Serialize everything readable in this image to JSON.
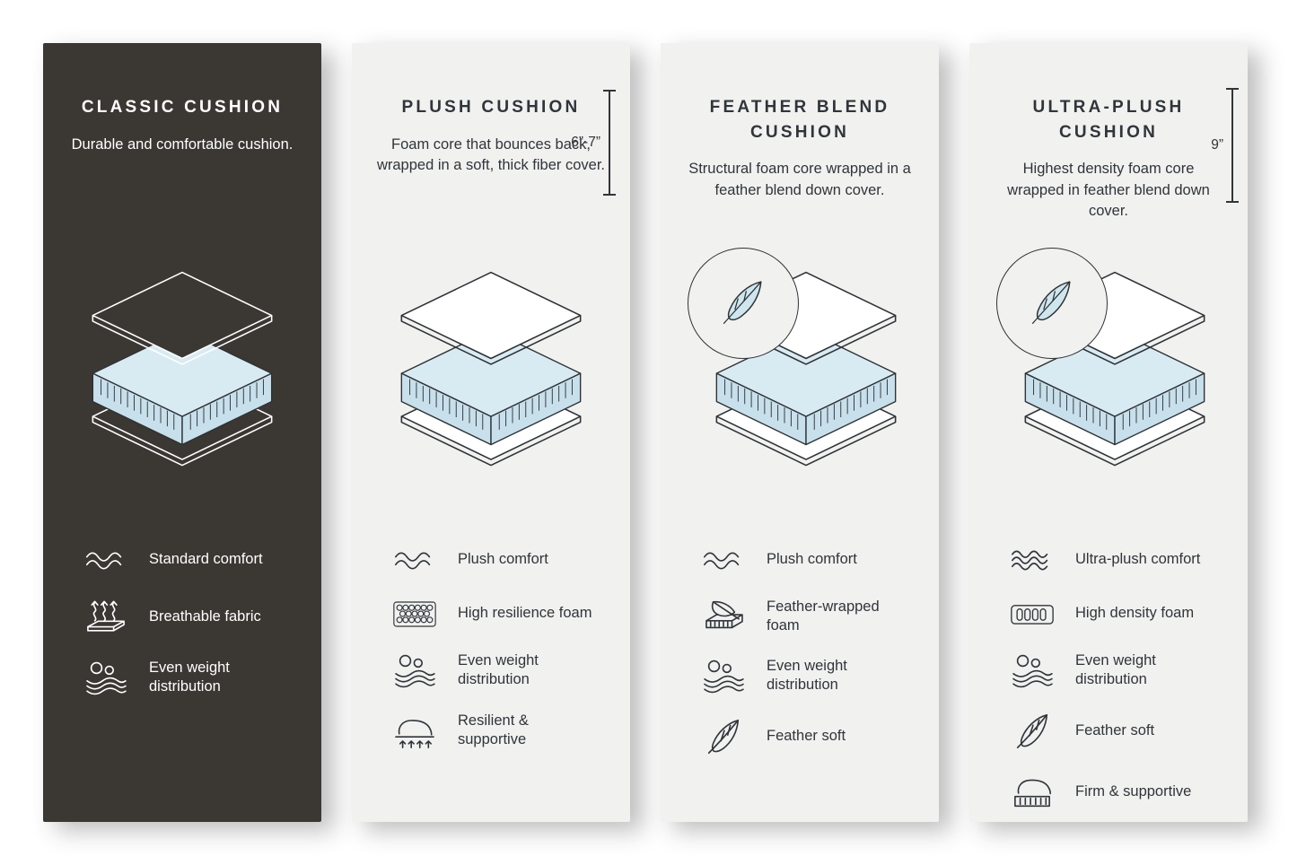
{
  "colors": {
    "page_bg": "#ffffff",
    "card_dark_bg": "#3b3733",
    "card_light_bg": "#f1f1ef",
    "foam_top": "#d9ebf2",
    "foam_side": "#c8e0eb",
    "ink": "#2e3236",
    "dark_card_text": "#ffffff"
  },
  "cards": [
    {
      "id": "classic-cushion",
      "theme": "dark",
      "title": "CLASSIC CUSHION",
      "description": "Durable and comfortable cushion.",
      "diagram": {
        "has_feather_badge": false,
        "dimension_label": ""
      },
      "features": [
        {
          "icon": "comfort-waves-icon",
          "label": "Standard comfort"
        },
        {
          "icon": "breathable-fabric-icon",
          "label": "Breathable fabric"
        },
        {
          "icon": "even-weight-icon",
          "label": "Even weight distribution"
        }
      ]
    },
    {
      "id": "plush-cushion",
      "theme": "light",
      "title": "PLUSH CUSHION",
      "description": "Foam core that bounces back, wrapped in a soft, thick fiber cover.",
      "diagram": {
        "has_feather_badge": false,
        "dimension_label": "6”-7”"
      },
      "features": [
        {
          "icon": "comfort-waves-icon",
          "label": "Plush comfort"
        },
        {
          "icon": "foam-cells-icon",
          "label": "High resilience foam"
        },
        {
          "icon": "even-weight-icon",
          "label": "Even weight distribution"
        },
        {
          "icon": "resilient-hand-icon",
          "label": "Resilient & supportive"
        }
      ]
    },
    {
      "id": "feather-blend-cushion",
      "theme": "light",
      "title": "FEATHER BLEND CUSHION",
      "description": "Structural foam core wrapped in a feather blend down cover.",
      "diagram": {
        "has_feather_badge": true,
        "dimension_label": ""
      },
      "features": [
        {
          "icon": "comfort-waves-icon",
          "label": "Plush comfort"
        },
        {
          "icon": "feather-foam-icon",
          "label": "Feather-wrapped foam"
        },
        {
          "icon": "even-weight-icon",
          "label": "Even weight distribution"
        },
        {
          "icon": "feather-icon",
          "label": "Feather soft"
        }
      ]
    },
    {
      "id": "ultra-plush-cushion",
      "theme": "light",
      "title": "ULTRA-PLUSH CUSHION",
      "description": "Highest density foam core wrapped in feather blend down cover.",
      "diagram": {
        "has_feather_badge": true,
        "dimension_label": "9”"
      },
      "features": [
        {
          "icon": "dense-waves-icon",
          "label": "Ultra-plush comfort"
        },
        {
          "icon": "high-density-foam-icon",
          "label": "High density foam"
        },
        {
          "icon": "even-weight-icon",
          "label": "Even weight distribution"
        },
        {
          "icon": "feather-icon",
          "label": "Feather soft"
        },
        {
          "icon": "firm-hand-icon",
          "label": "Firm & supportive"
        }
      ]
    }
  ]
}
